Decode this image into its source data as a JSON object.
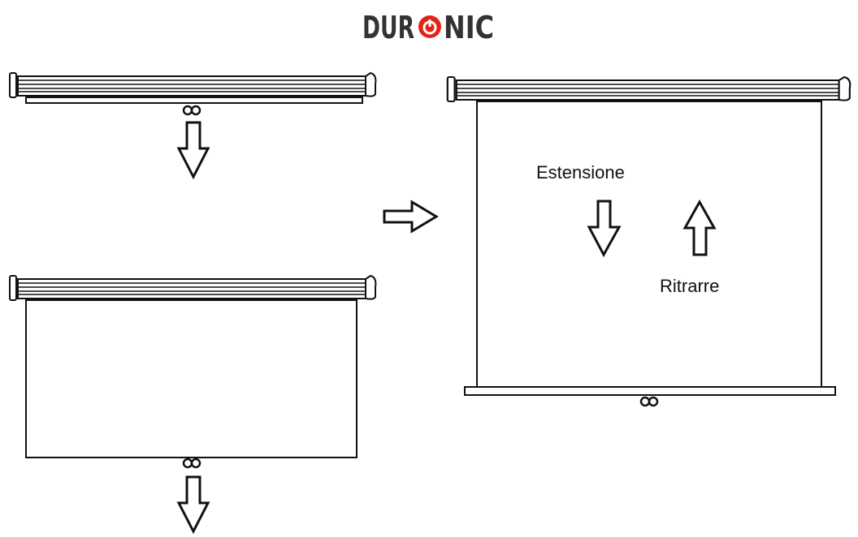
{
  "brand": {
    "left_text": "DUR",
    "right_text": "NIC",
    "color_text": "#333333",
    "color_accent": "#e2231a"
  },
  "labels": {
    "extend": "Estensione",
    "retract": "Ritrarre"
  },
  "icons": [
    "down-arrow-icon",
    "up-arrow-icon",
    "right-arrow-icon",
    "power-icon"
  ]
}
